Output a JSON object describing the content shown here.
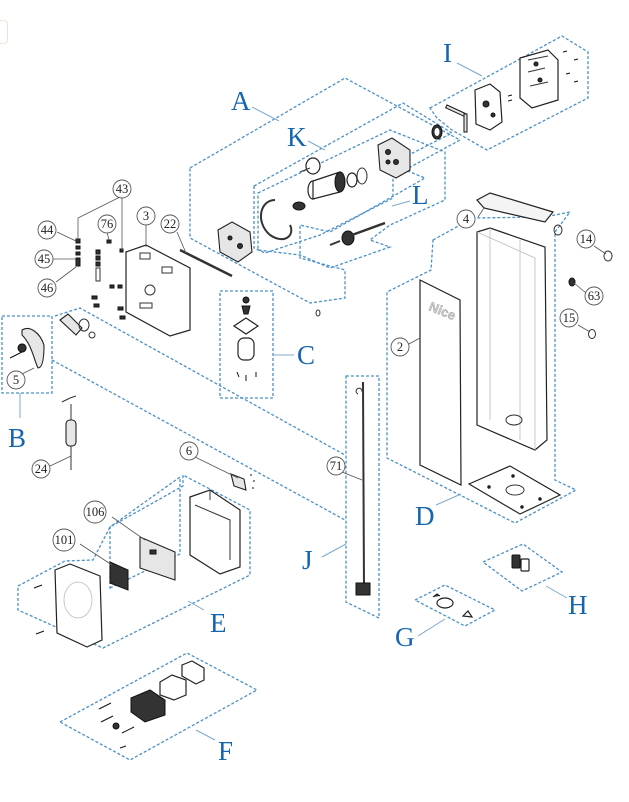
{
  "diagram": {
    "type": "exploded-parts-diagram",
    "brand_text": "Nice",
    "accent_color": "#1565b0",
    "group_line_color": "#4a90c8",
    "groups": [
      {
        "id": "A",
        "label": "A"
      },
      {
        "id": "B",
        "label": "B"
      },
      {
        "id": "C",
        "label": "C"
      },
      {
        "id": "D",
        "label": "D"
      },
      {
        "id": "E",
        "label": "E"
      },
      {
        "id": "F",
        "label": "F"
      },
      {
        "id": "G",
        "label": "G"
      },
      {
        "id": "H",
        "label": "H"
      },
      {
        "id": "I",
        "label": "I"
      },
      {
        "id": "J",
        "label": "J"
      },
      {
        "id": "K",
        "label": "K"
      },
      {
        "id": "L",
        "label": "L"
      }
    ],
    "callouts": [
      {
        "id": "43",
        "label": "43"
      },
      {
        "id": "44",
        "label": "44"
      },
      {
        "id": "45",
        "label": "45"
      },
      {
        "id": "46",
        "label": "46"
      },
      {
        "id": "76",
        "label": "76"
      },
      {
        "id": "3",
        "label": "3"
      },
      {
        "id": "22",
        "label": "22"
      },
      {
        "id": "5",
        "label": "5"
      },
      {
        "id": "24",
        "label": "24"
      },
      {
        "id": "6",
        "label": "6"
      },
      {
        "id": "106",
        "label": "106"
      },
      {
        "id": "101",
        "label": "101"
      },
      {
        "id": "71",
        "label": "71"
      },
      {
        "id": "4",
        "label": "4"
      },
      {
        "id": "2",
        "label": "2"
      },
      {
        "id": "14",
        "label": "14"
      },
      {
        "id": "63",
        "label": "63"
      },
      {
        "id": "15",
        "label": "15"
      }
    ]
  }
}
